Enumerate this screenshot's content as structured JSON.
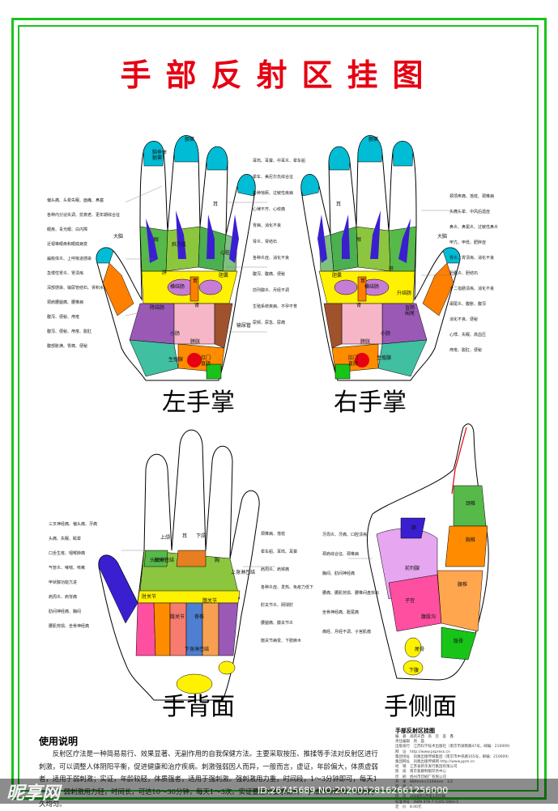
{
  "title": "手部反射区挂图",
  "captions": {
    "left_palm": "左手掌",
    "right_palm": "右手掌",
    "back": "手背面",
    "side": "手侧面"
  },
  "usage": {
    "heading": "使用说明",
    "body": "反射区疗法是一种简易易行、效果显著、无副作用的自我保健方法。主要采取按压、推揉等手法对反射区进行刺激，可以调整人体阴阳平衡，促进健康和治疗疾病。刺激强弱因人而异，一般而言，虚证，年龄偏大，体质虚弱者，适用于弱刺激；实证，年龄较轻，体质强者，适用于强刺激。强刺激用力重，时间段，1～3分钟即可，每天1～3次；弱刺激用力轻，时间长，可达10～30分钟，每天1～3次。实证要压力要求做到：手法熟练柔和，用力持久均匀。"
  },
  "publisher": {
    "title": "手部反射区挂图",
    "lines": [
      "编　著　高跃天西　高　云　鉴　鑫",
      "责任编辑　周　磊",
      "出版发行　江苏科学技术出版社（南京市湖南路47号，邮编：210009）",
      "网　址　http://www.pspress.cn",
      "集团地址　凤凰出版传媒集团（南京市中央路165号，邮编：210009）",
      "集团网址　凤凰出版传媒网 http://www.ppm.cn",
      "经　销　江苏省新华发行集团有限公司",
      "照　排　南京紫藤制版印务中心",
      "印　刷　扬州市印刷厂有限公司",
      "开　本　889mm×1194mm　1/2",
      "印　张　1",
      "版　次　2008年1月第1版",
      "印　次　2008年1月第1次印刷",
      "标准书号　ISBN 978-7-5345-5863-5",
      "定　价　8.00元"
    ]
  },
  "watermark": {
    "logo": "昵享网",
    "id": "ID:26745689 NO:20200528162661256000"
  },
  "labels": {
    "lp": [
      [
        "脑垂体",
        "额窦"
      ],
      [
        "额窦"
      ],
      [
        "眼"
      ],
      [
        "耳"
      ],
      [
        "肝"
      ],
      [
        "胃"
      ],
      [
        "肾"
      ],
      [
        "膀胱"
      ],
      [
        "胆囊"
      ],
      [
        "横结肠"
      ],
      [
        "降结肠"
      ],
      [
        "小肠"
      ],
      [
        "生殖腺"
      ],
      [
        "肛门",
        "直肠"
      ],
      [
        "输尿管"
      ],
      [
        "斜方肌"
      ],
      [
        "大脑"
      ],
      [
        "心脏"
      ]
    ],
    "rp": [
      [
        "额窦"
      ],
      [
        "眼"
      ],
      [
        "耳"
      ],
      [
        "肝"
      ],
      [
        "胆囊"
      ],
      [
        "升结肠"
      ],
      [
        "横结肠"
      ],
      [
        "盲肠",
        "阑尾"
      ],
      [
        "小肠"
      ],
      [
        "生殖腺"
      ],
      [
        "肛门",
        "直肠"
      ],
      [
        "大脑"
      ],
      [
        "肾"
      ],
      [
        "膀胱"
      ],
      [
        "胃"
      ]
    ],
    "bk": [
      [
        "头颈淋巴结"
      ],
      [
        "上身淋巴结"
      ],
      [
        "下身淋巴结"
      ],
      [
        "脊椎"
      ],
      [
        "肩关节"
      ],
      [
        "肘关节"
      ],
      [
        "膝关节"
      ],
      [
        "髋关节"
      ],
      [
        "耳"
      ],
      [
        "胸"
      ],
      [
        "上颌"
      ],
      [
        "下颌"
      ]
    ],
    "sd": [
      [
        "颈椎"
      ],
      [
        "胸椎"
      ],
      [
        "腰椎"
      ],
      [
        "骶骨"
      ],
      [
        "尾骨"
      ],
      [
        "子宫"
      ],
      [
        "前列腺"
      ],
      [
        "腹股沟"
      ],
      [
        "膈"
      ],
      [
        "下腹"
      ]
    ]
  },
  "annotations_left": [
    "偏头痛、头晕失眠、面瘫、鼻塞",
    "各种内分泌失调、抗衰老、更年期综合征",
    "眼疾、青光眼、白内障",
    "近视等眼疾和眼底病变",
    "扁桃体炎、上呼吸道感染",
    "急慢性胃炎、胃溃疡",
    "深部感染、输尿管结石、肾积水",
    "颈肩腰腿痛、腰椎病",
    "腹泻、便秘、痔疮",
    "腹泻、便秘、痔疮、脱肛",
    "腹部胀满、胃痛、便秘"
  ],
  "annotations_mid_l": [
    "耳鸣、耳聋、中耳炎、晕车船",
    "晕车、美尼尔氏综合征",
    "各种惊厥、过敏性疾病",
    "心律不齐、心绞痛",
    "胃病、消化不良",
    "肾炎、肾结石",
    "各种炎症、消化不良",
    "腹泻、腹痛、便秘",
    "前列腺炎、月经不调",
    "生殖系统疾病、不孕不育",
    "尿频、尿急、尿痛"
  ],
  "annotations_right": [
    "颈项疼痛、落枕、颈椎病",
    "头痛头晕、中风后遗症",
    "鼻炎、鼻窦炎、过敏性鼻炎",
    "甲亢、甲低、肥胖症",
    "胃炎、胃溃疡、消化不良",
    "胆囊炎、胆结石",
    "十二指肠溃疡、消化不良",
    "阑尾炎、腹胀、腹泻",
    "消化不良、便秘",
    "心悸、失眠、高血压",
    "痔疮、脱肛、便秘"
  ],
  "annotations_back_l": [
    "三叉神经痛、偏头痛、牙痛",
    "头痛、失眠、眩晕",
    "口舌生疮、咽喉肿痛",
    "气管炎、哮喘、咳嗽",
    "甲状腺功能亢进",
    "肩周炎、肩背痛",
    "肋间神经痛、胸闷",
    "腰肌劳损、坐骨神经痛"
  ],
  "annotations_back_r": [
    "颈椎病、落枕",
    "晕车船、耳鸣、耳聋",
    "肩周炎、肩臂痛",
    "各种炎症、发热、免疫力低下",
    "肘关节炎、网球肘",
    "腰腿痛、膝关节炎",
    "髋关节病变、下肢麻木"
  ],
  "annotations_side": [
    "牙周炎、牙痛、口腔溃疡",
    "颈肩综合征、颈椎病",
    "胸闷、肋间神经痛",
    "腰痛、腰肌劳损、腰椎间盘突出",
    "坐骨神经痛、骶尾痛",
    "痛经、月经不调、子宫肌瘤"
  ]
}
